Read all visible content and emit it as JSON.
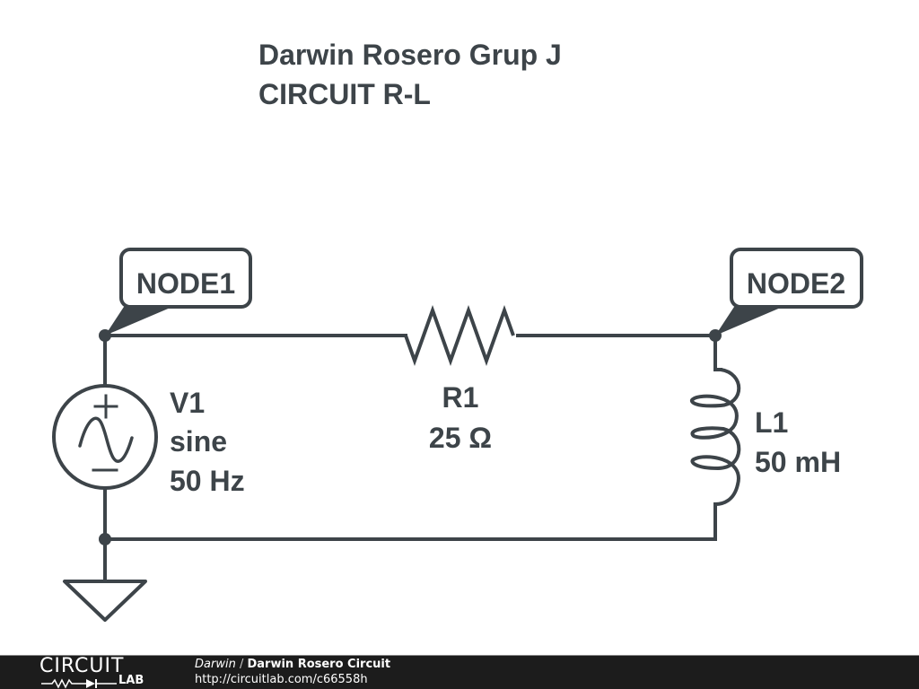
{
  "title": {
    "line1": "Darwin Rosero Grup J",
    "line2": "CIRCUIT R-L"
  },
  "nodes": [
    {
      "label": "NODE1"
    },
    {
      "label": "NODE2"
    }
  ],
  "components": {
    "v1": {
      "name": "V1",
      "type": "sine",
      "freq": "50 Hz",
      "plus": "+",
      "minus": "−"
    },
    "r1": {
      "name": "R1",
      "value": "25 Ω"
    },
    "l1": {
      "name": "L1",
      "value": "50 mH"
    }
  },
  "colors": {
    "wire": "#3d4449",
    "footer_bg": "#1c1c1c"
  },
  "footer": {
    "logo_top": "CIRCUIT",
    "logo_bottom": "LAB",
    "author": "Darwin",
    "separator": " / ",
    "circuit_title": "Darwin Rosero Circuit",
    "url": "http://circuitlab.com/c66558h"
  }
}
